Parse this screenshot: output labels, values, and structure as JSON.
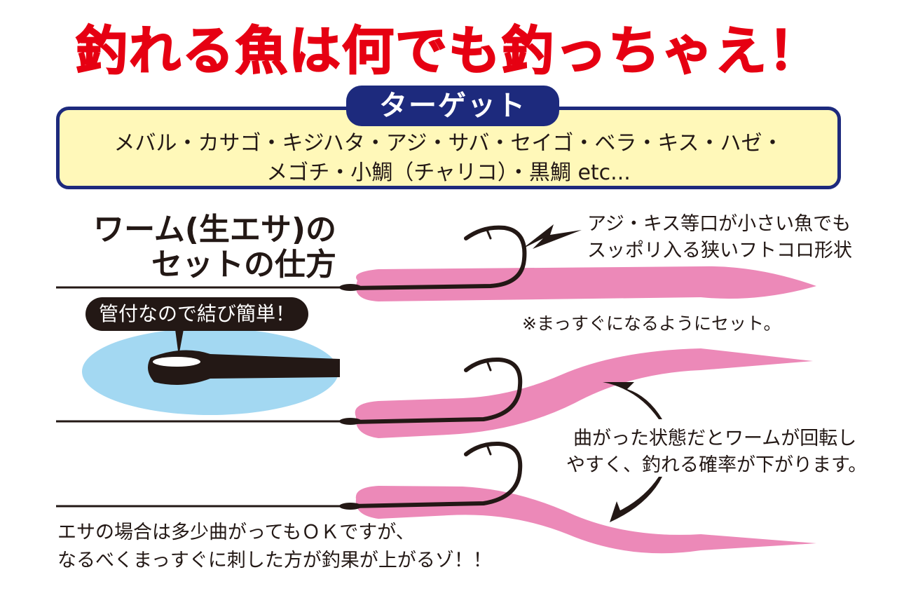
{
  "title": "釣れる魚は何でも釣っちゃえ！",
  "target": {
    "label": "ターゲット",
    "line_1": "メバル・カサゴ・キジハタ・アジ・サバ・セイゴ・ベラ・キス・ハゼ・",
    "line_2": "メゴチ・小鯛（チャリコ）・黒鯛 etc..."
  },
  "heading": {
    "line_1": "ワーム(生エサ)の",
    "line_2": "セットの仕方"
  },
  "bubble": "管付なので結び簡単！",
  "notes": {
    "hook_shape_1": "アジ・キス等口が小さい魚でも",
    "hook_shape_2": "スッポリ入る狭いフトコロ形状",
    "straight": "※まっすぐになるようにセット。",
    "bent_1": "曲がった状態だとワームが回転し",
    "bent_2": "やすく、釣れる確率が下がります。",
    "bait_1": "エサの場合は多少曲がってもＯＫですが、",
    "bait_2": "なるべくまっすぐに刺した方が釣果が上がるゾ！！"
  },
  "colors": {
    "title_red": "#e60012",
    "navy": "#1d2a7d",
    "box_yellow": "#fff8b9",
    "worm_pink": "#ec89b8",
    "circle_blue": "#a3d8f2",
    "ink": "#231815"
  }
}
